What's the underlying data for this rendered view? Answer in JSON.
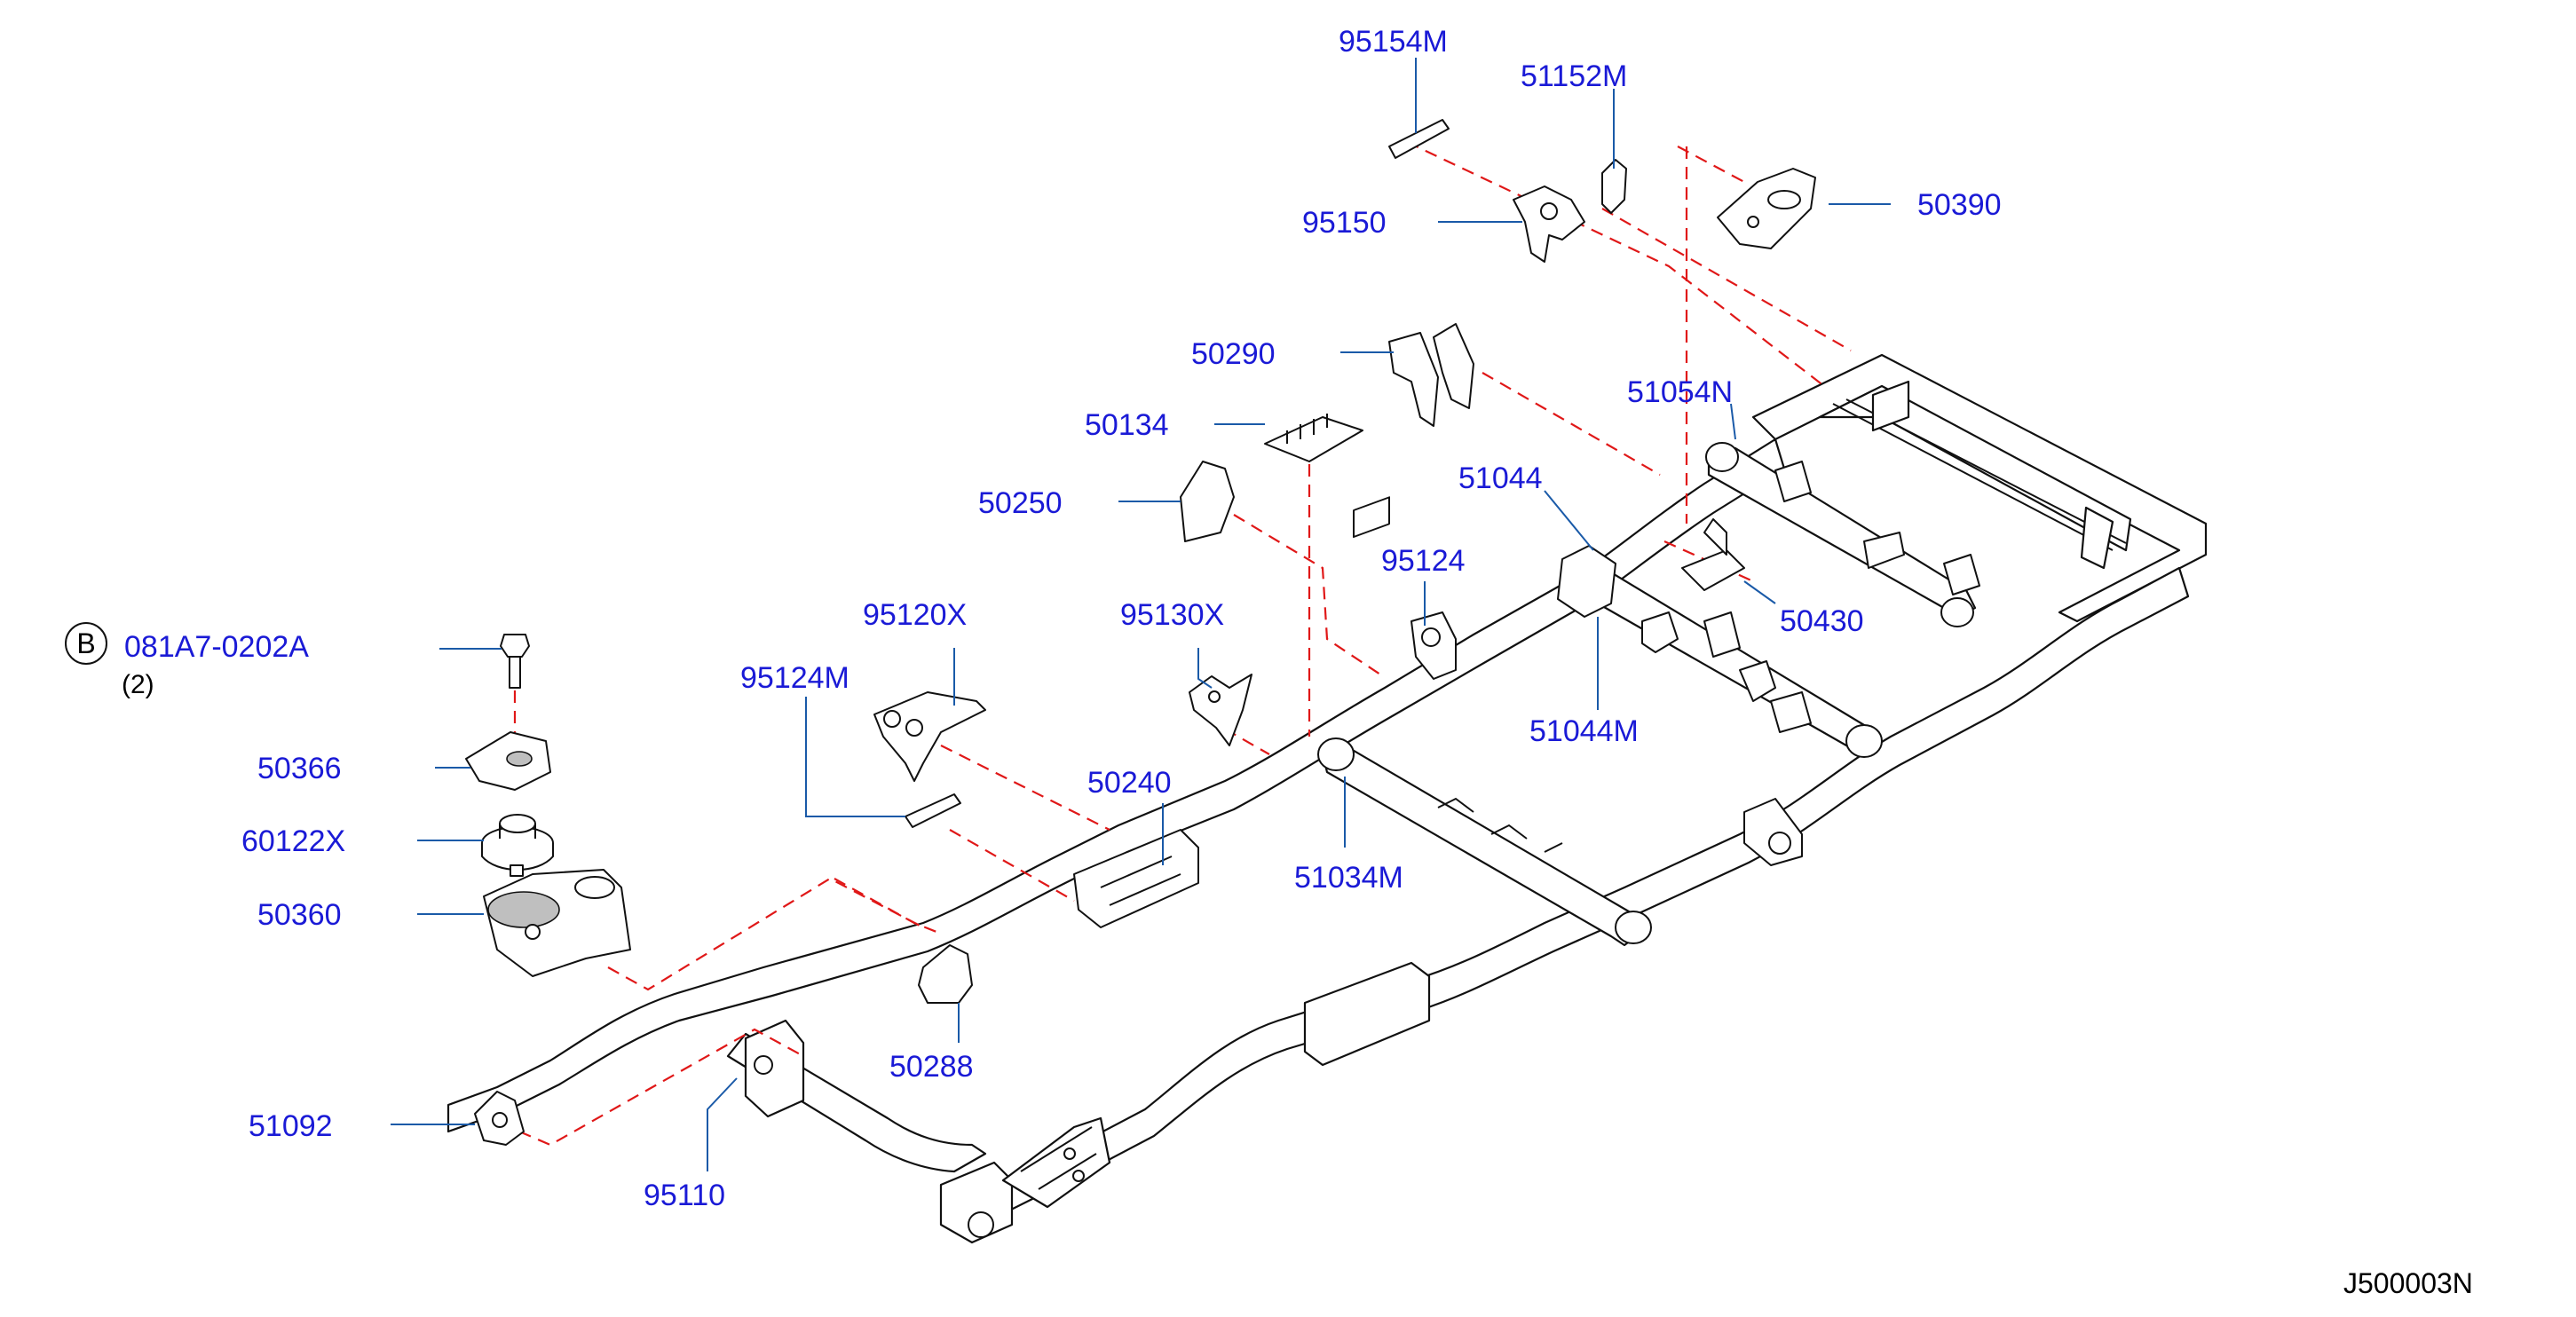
{
  "diagram": {
    "callouts": {
      "p95154M": "95154M",
      "p51152M": "51152M",
      "p95150": "95150",
      "p50390": "50390",
      "p50290": "50290",
      "p51054N": "51054N",
      "p50134": "50134",
      "p51044": "51044",
      "p50250": "50250",
      "p95124": "95124",
      "p50430": "50430",
      "p95120X": "95120X",
      "p95130X": "95130X",
      "p51044M": "51044M",
      "p95124M": "95124M",
      "p50240": "50240",
      "p50366": "50366",
      "p51034M": "51034M",
      "p60122X": "60122X",
      "p50360": "50360",
      "p50288": "50288",
      "p51092": "51092",
      "p95110": "95110"
    },
    "bolt": {
      "badge": "B",
      "code": "081A7-0202A",
      "qty": "(2)"
    },
    "figure_code": "J500003N",
    "colors": {
      "label": "#1a1ad6",
      "leader": "#1a5aa8",
      "dashed_link": "#e01818",
      "outline": "#111111"
    }
  }
}
